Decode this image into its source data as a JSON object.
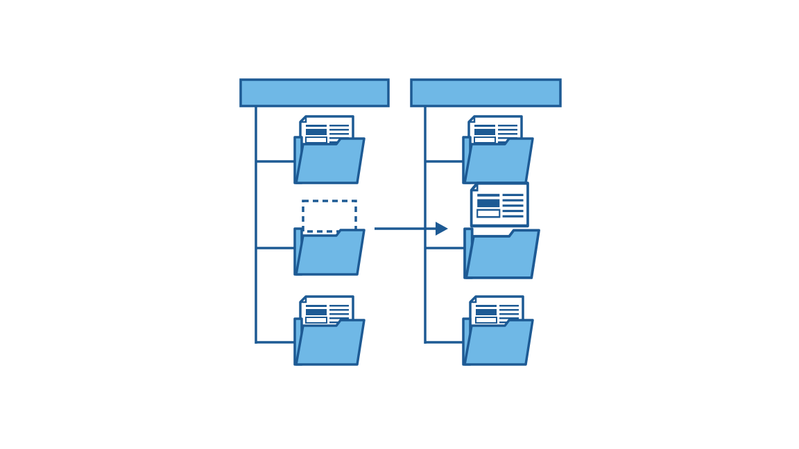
{
  "colors": {
    "fill": "#6fb8e6",
    "stroke": "#1d5a94",
    "paper": "#ffffff",
    "background": "#ffffff"
  },
  "diagram": {
    "left_tree": {
      "folders": 3,
      "moved_document_slot": 2
    },
    "right_tree": {
      "folders": 3,
      "received_document_slot": 2
    }
  }
}
